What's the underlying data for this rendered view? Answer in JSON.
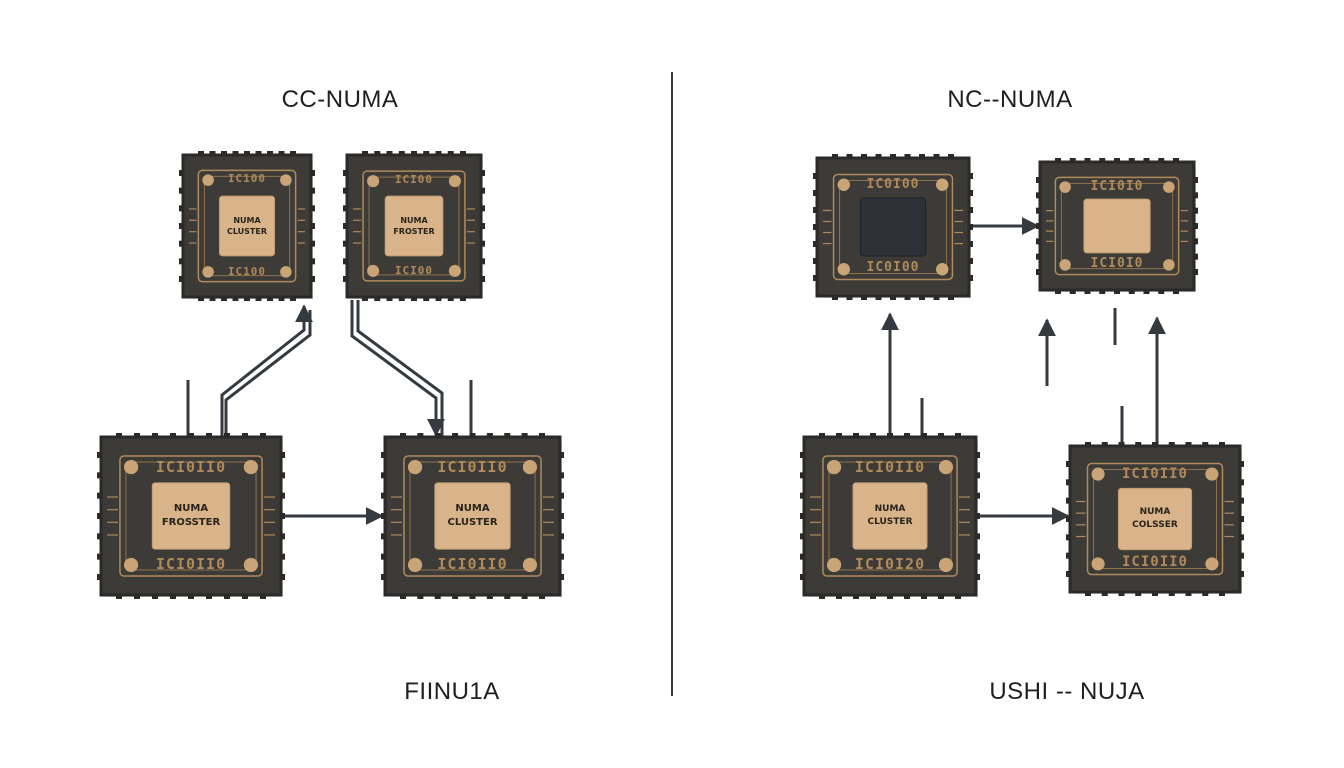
{
  "colors": {
    "chip_body": "#3d3b38",
    "chip_border": "#2b2a28",
    "trace": "#b08a5a",
    "pad": "#c9a476",
    "core": "#d9b48a",
    "core_dark": "#2e3238",
    "wire": "#343a40"
  },
  "left_panel": {
    "title": "CC-NUMA",
    "caption": "FIINU1A",
    "chips": [
      {
        "line1": "NUMA",
        "line2": "CLUSTER",
        "top_pads": "IC100",
        "bottom_pads": "IC100"
      },
      {
        "line1": "NUMA",
        "line2": "FROSTER",
        "top_pads": "ICI00",
        "bottom_pads": "ICI00"
      },
      {
        "line1": "NUMA",
        "line2": "FROSSTER",
        "top_pads": "ICI0II0",
        "bottom_pads": "ICI0II0"
      },
      {
        "line1": "NUMA",
        "line2": "CLUSTER",
        "top_pads": "ICI0II0",
        "bottom_pads": "ICI0II0"
      }
    ]
  },
  "right_panel": {
    "title": "NC--NUMA",
    "caption": "USHI  --  NUJA",
    "chips": [
      {
        "line1": "",
        "line2": "",
        "top_pads": "IC0I00",
        "bottom_pads": "IC0I00",
        "core": "dark"
      },
      {
        "line1": "",
        "line2": "",
        "top_pads": "ICI0I0",
        "bottom_pads": "ICI0I0",
        "core": "tan"
      },
      {
        "line1": "NUMA",
        "line2": "CLUSTER",
        "top_pads": "ICI0II0",
        "bottom_pads": "ICI0I20",
        "core": "tan"
      },
      {
        "line1": "NUMA",
        "line2": "COLSSER",
        "top_pads": "ICI0II0",
        "bottom_pads": "ICI0II0",
        "core": "tan"
      }
    ]
  }
}
